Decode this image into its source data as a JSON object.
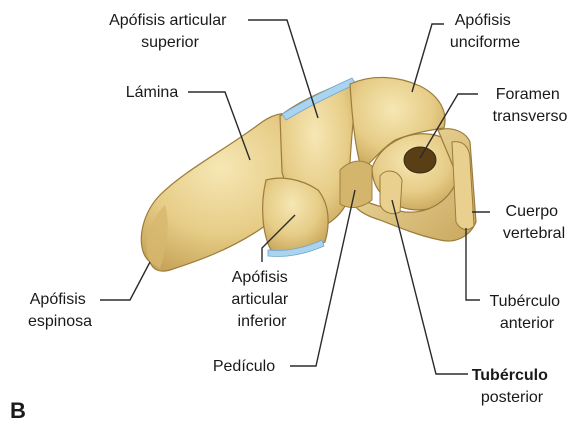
{
  "figure": {
    "panel_letter": "B",
    "labels": {
      "apofisis_articular_superior": [
        "Apófisis articular",
        "superior"
      ],
      "apofisis_unciforme": [
        "Apófisis",
        "unciforme"
      ],
      "lamina": [
        "Lámina"
      ],
      "foramen_transverso": [
        "Foramen",
        "transverso"
      ],
      "cuerpo_vertebral": [
        "Cuerpo",
        "vertebral"
      ],
      "apofisis_espinosa": [
        "Apófisis",
        "espinosa"
      ],
      "apofisis_articular_inferior": [
        "Apófisis",
        "articular",
        "inferior"
      ],
      "tuberculo_anterior": [
        "Tubérculo",
        "anterior"
      ],
      "pediculo": [
        "Pedículo"
      ],
      "tuberculo_posterior": [
        "Tubérculo",
        "posterior"
      ]
    },
    "colors": {
      "bone": "#e8d08e",
      "bone_light": "#f3e3ac",
      "bone_shadow": "#c9a95e",
      "bone_dark": "#8a6a2c",
      "cartilage": "#a9d3ef"
    }
  }
}
